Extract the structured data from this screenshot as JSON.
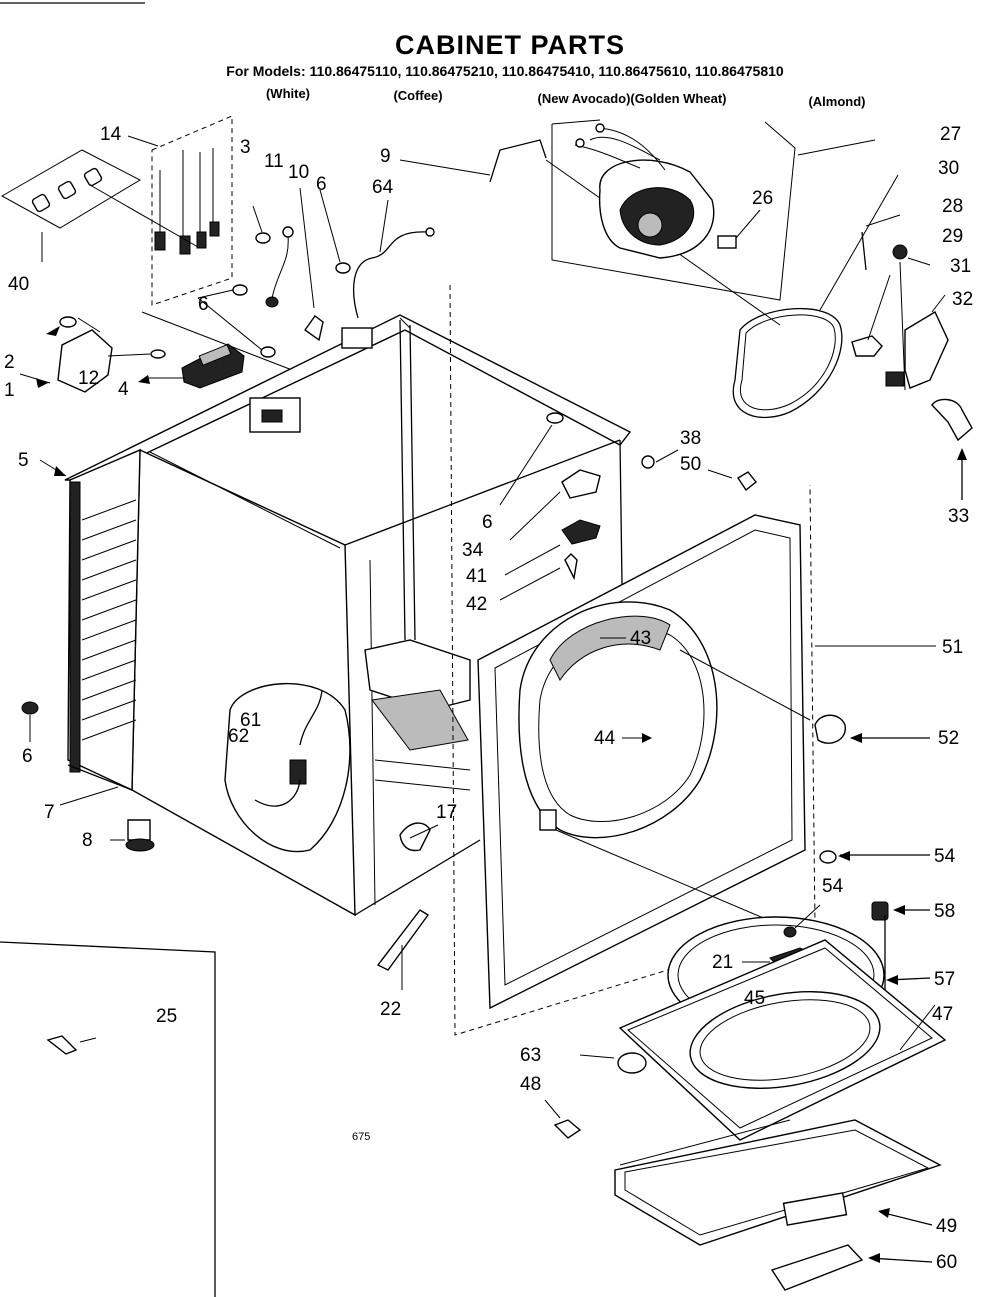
{
  "title": "CABINET PARTS",
  "models_line": "For Models: 110.86475110, 110.86475210, 110.86475410, 110.86475610, 110.86475810",
  "colors": [
    "(White)",
    "(Coffee)",
    "(New Avocado)(Golden Wheat)",
    "(Almond)"
  ],
  "callouts": [
    "14",
    "3",
    "11",
    "10",
    "6",
    "9",
    "64",
    "27",
    "30",
    "28",
    "29",
    "31",
    "32",
    "26",
    "40",
    "2",
    "1",
    "12",
    "4",
    "5",
    "6",
    "38",
    "50",
    "33",
    "6",
    "34",
    "41",
    "42",
    "43",
    "51",
    "52",
    "44",
    "61",
    "62",
    "6",
    "7",
    "8",
    "17",
    "54",
    "54",
    "58",
    "21",
    "57",
    "45",
    "47",
    "22",
    "25",
    "63",
    "48",
    "49",
    "60"
  ],
  "footnote": "675"
}
